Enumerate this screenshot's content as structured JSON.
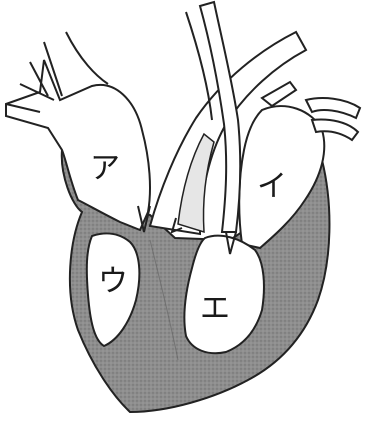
{
  "labels": {
    "a": "ア",
    "i": "イ",
    "u": "ウ",
    "e": "エ"
  },
  "colors": {
    "muscle": "#8a8a8a",
    "chamber": "#ffffff",
    "outline": "#222222",
    "aorta_inner": "#e6e6e6"
  }
}
